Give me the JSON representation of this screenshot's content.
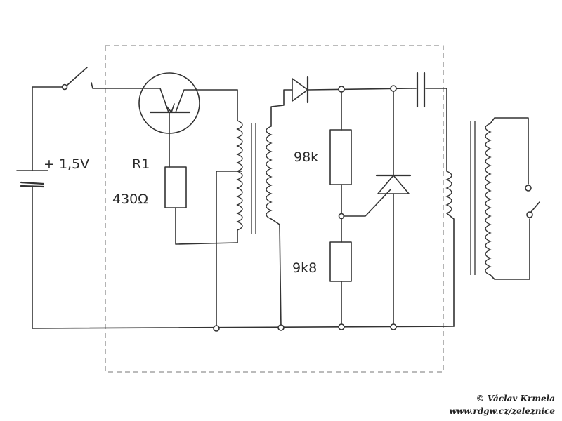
{
  "labels": {
    "battery": "+ 1,5V",
    "r1_name": "R1",
    "r1_value": "430Ω",
    "r_top": "98k",
    "r_bottom": "9k8"
  },
  "credit": {
    "line1": "© Václav Krmela",
    "line2": "www.rdgw.cz/zeleznice"
  }
}
